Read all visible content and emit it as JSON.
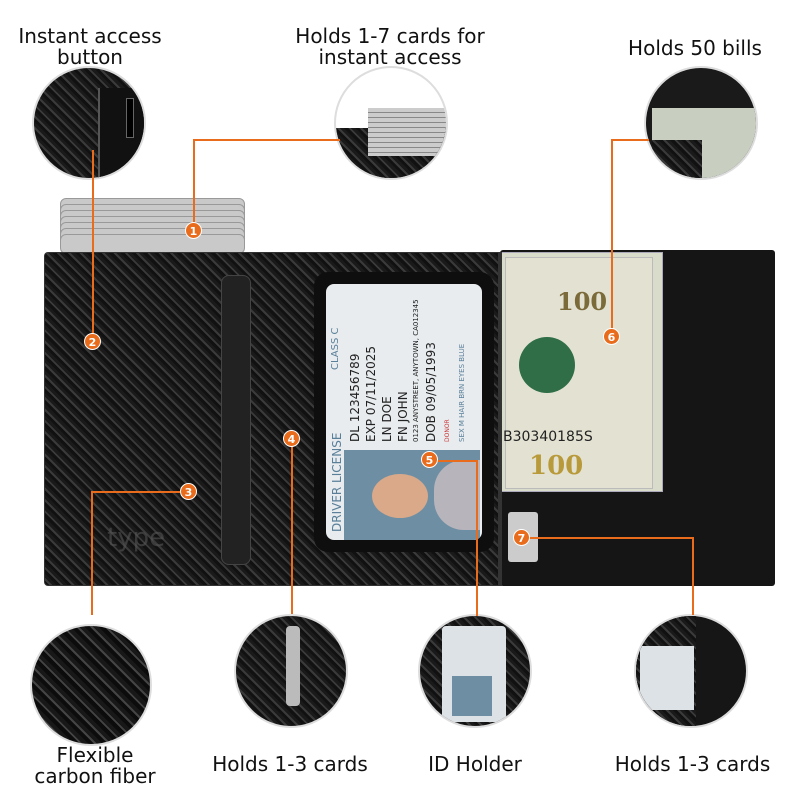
{
  "labels": {
    "instant_access_button": "Instant access\nbutton",
    "holds_cards_instant": "Holds 1-7 cards for\ninstant access",
    "holds_bills": "Holds 50 bills",
    "flexible_carbon": "Flexible\ncarbon fiber",
    "holds_1_3_left": "Holds 1-3 cards",
    "id_holder": "ID Holder",
    "holds_1_3_right": "Holds 1-3 cards"
  },
  "badges": [
    "1",
    "2",
    "3",
    "4",
    "5",
    "6",
    "7"
  ],
  "wallet": {
    "logo": "type"
  },
  "id_card": {
    "title": "DRIVER LICENSE",
    "class": "CLASS C",
    "dl": "DL 123456789",
    "exp": "EXP 07/11/2025",
    "ln": "LN DOE",
    "fn": "FN JOHN",
    "address": "0123 ANYSTREET, ANYTOWN, CA012345",
    "dob": "DOB 09/05/1993",
    "details": "SEX M  HAIR BRN  EYES BLUE",
    "donor": "DONOR"
  },
  "bill": {
    "denomination": "100",
    "serial": "B30340185S"
  },
  "colors": {
    "accent": "#e86c1c",
    "carbon": "#1a1a1a"
  }
}
